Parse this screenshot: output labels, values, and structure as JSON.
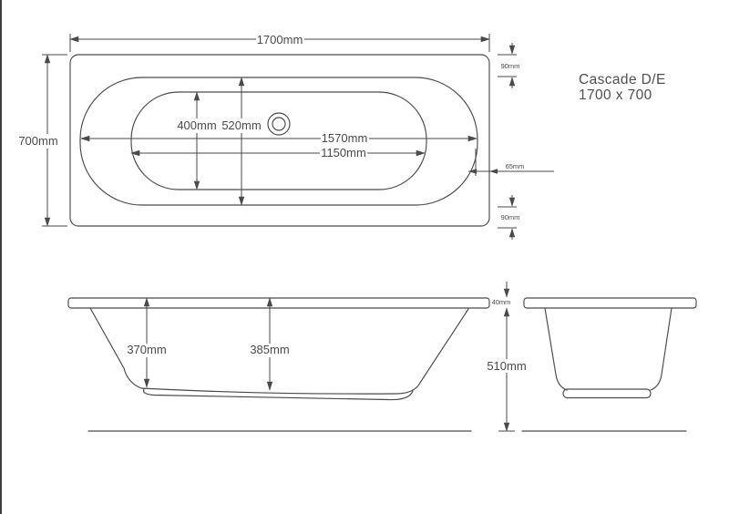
{
  "title": {
    "product": "Cascade D/E",
    "size": "1700 x 700"
  },
  "plan": {
    "overall_length": "1700mm",
    "overall_width": "700mm",
    "basin_inner_width": "400mm",
    "basin_rim_width": "520mm",
    "basin_rim_length": "1570mm",
    "basin_inner_length": "1150mm",
    "gap_top": "90mm",
    "gap_bottom": "90mm",
    "gap_end": "65mm"
  },
  "side": {
    "depth_left": "370mm",
    "depth_right": "385mm"
  },
  "end": {
    "rim_thickness": "40mm",
    "overall_height": "510mm"
  }
}
